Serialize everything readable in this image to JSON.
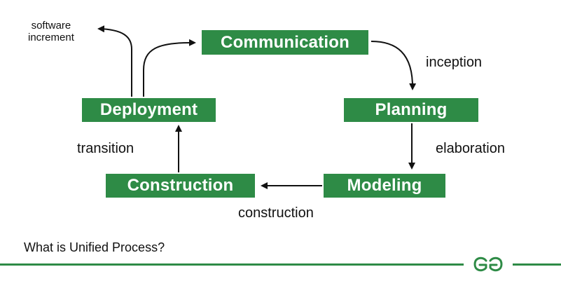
{
  "nodes": {
    "communication": "Communication",
    "planning": "Planning",
    "modeling": "Modeling",
    "construction": "Construction",
    "deployment": "Deployment"
  },
  "edges": {
    "inception": "inception",
    "elaboration": "elaboration",
    "construction": "construction",
    "transition": "transition",
    "software_increment_line1": "software",
    "software_increment_line2": "increment"
  },
  "caption": "What is Unified Process?",
  "logo": {
    "text": "GG",
    "icon": "geeksforgeeks-logo-icon"
  },
  "colors": {
    "box_fill": "#2e8b46",
    "box_text": "#ffffff",
    "arrow": "#111111",
    "footer_line": "#2e8b46"
  }
}
